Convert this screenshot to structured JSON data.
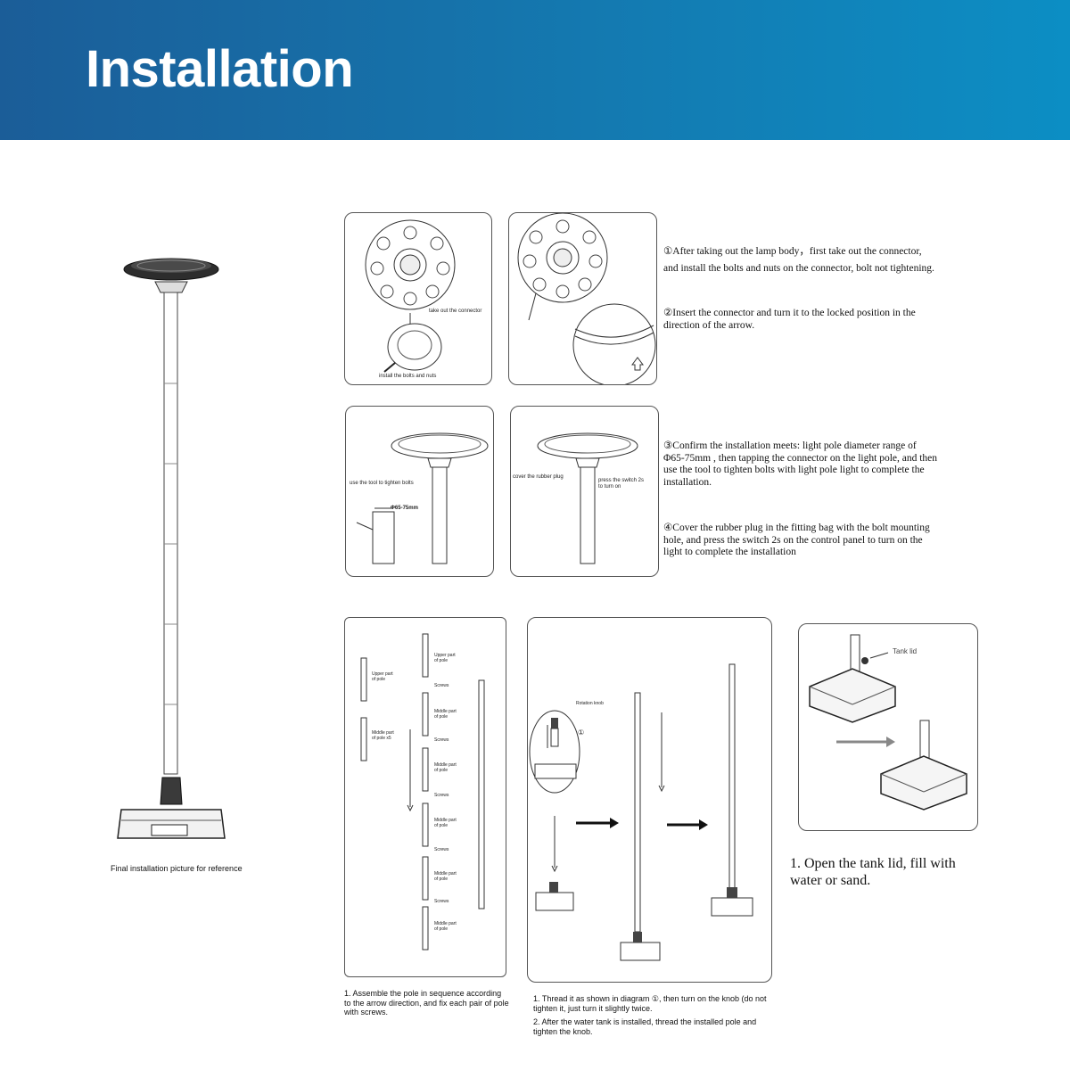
{
  "header": {
    "title": "Installation"
  },
  "reference": {
    "caption": "Final installation picture for reference"
  },
  "panel1": {
    "label_connector": "take out the connector",
    "label_bolts": "install the bolts and nuts"
  },
  "panel3": {
    "label_tool": "use the tool to tighten bolts",
    "label_diameter": "Φ65-75mm"
  },
  "panel4": {
    "label_plug": "cover the rubber plug",
    "label_switch_1": "press the switch 2s",
    "label_switch_2": "to turn on"
  },
  "steps": {
    "step1_line1": "①After taking out the lamp body，first take out the connector,",
    "step1_line2": "and install the bolts and nuts on the connector, bolt not tightening.",
    "step2_line1": "②Insert the connector and turn it to the locked position in the",
    "step2_line2": "direction of the arrow.",
    "step3_line1": "③Confirm the installation meets: light pole diameter range of",
    "step3_line2": "Φ65-75mm , then tapping the connector on the light pole, and then",
    "step3_line3": "use the tool to tighten bolts with light pole  light to complete the",
    "step3_line4": "installation.",
    "step4_line1": "④Cover the rubber plug in the fitting bag with the bolt mounting",
    "step4_line2": "hole, and press the switch 2s on the control panel to turn on the",
    "step4_line3": "light to complete the installation"
  },
  "pole_panel": {
    "upper_part_1": "Upper part",
    "upper_part_2": "of pole",
    "middle_part_1": "Middle part",
    "middle_part_2": "of pole  x5",
    "seq_upper_1": "Upper part",
    "seq_upper_2": "of pole",
    "screws": "Screws",
    "seq_middle_1": "Middle part",
    "seq_middle_2": "of pole",
    "caption_1": "1. Assemble the pole in sequence according",
    "caption_2": "to the arrow direction, and fix each pair of pole",
    "caption_3": "with screws."
  },
  "thread_panel": {
    "rotation_knob": "Rotation knob",
    "circled_one": "①",
    "caption1_1": "1. Thread it as shown in diagram ①, then turn on the knob (do not",
    "caption1_2": "tighten it, just turn it slightly twice.",
    "caption2_1": "2. After the water tank is installed, thread the installed pole and",
    "caption2_2": "tighten the knob."
  },
  "tank_panel": {
    "tank_lid": "Tank lid",
    "caption_1": "1.  Open the tank lid, fill with",
    "caption_2": "water or sand."
  },
  "colors": {
    "banner_start": "#1b5d98",
    "banner_end": "#0c8ec4",
    "line": "#333333"
  }
}
